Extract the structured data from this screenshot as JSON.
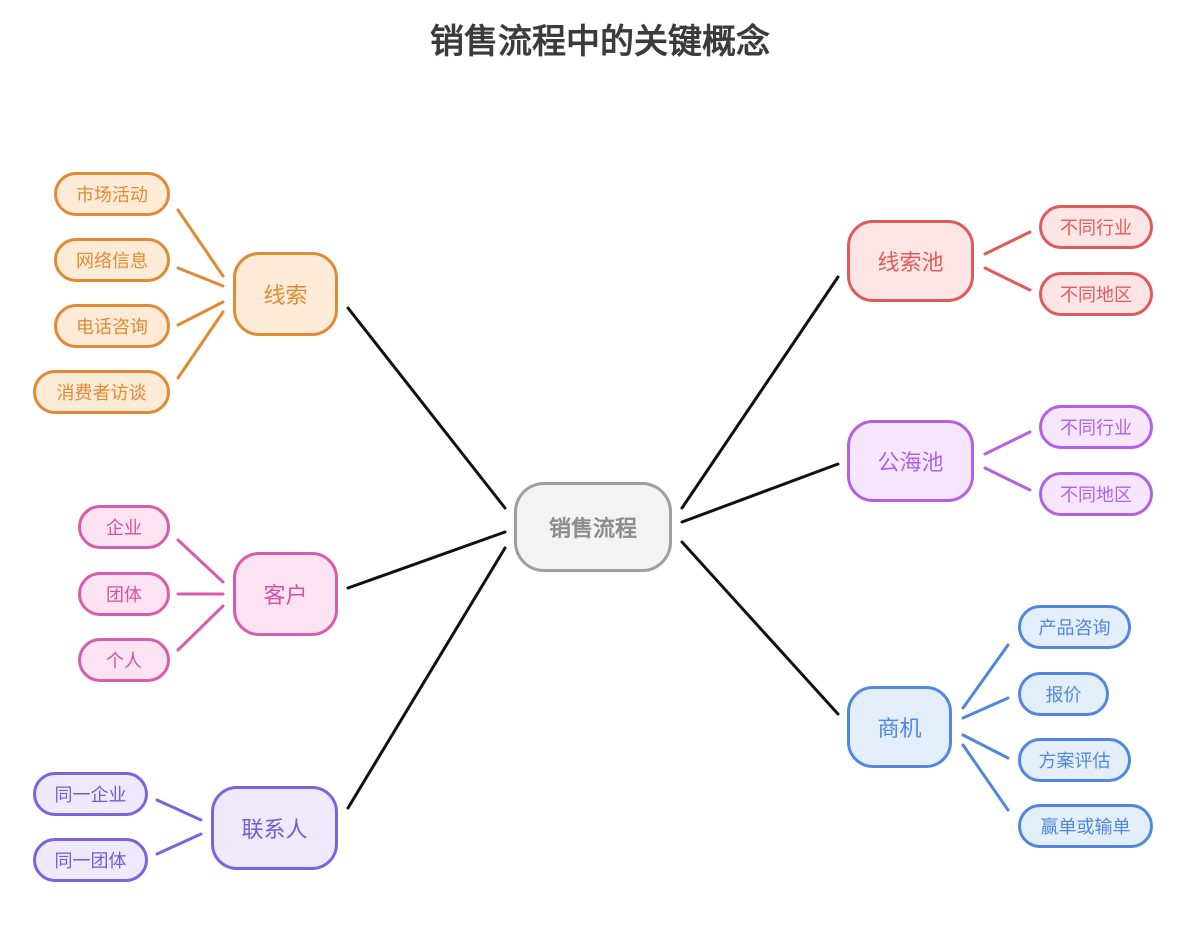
{
  "title": "销售流程中的关键概念",
  "center": "销售流程",
  "branches": {
    "leads": {
      "label": "线索",
      "color": "#e08a33",
      "children": [
        "市场活动",
        "网络信息",
        "电话咨询",
        "消费者访谈"
      ]
    },
    "customer": {
      "label": "客户",
      "color": "#da5aae",
      "children": [
        "企业",
        "团体",
        "个人"
      ]
    },
    "contact": {
      "label": "联系人",
      "color": "#7d62df",
      "children": [
        "同一企业",
        "同一团体"
      ]
    },
    "leads_pool": {
      "label": "线索池",
      "color": "#e05a5a",
      "children": [
        "不同行业",
        "不同地区"
      ]
    },
    "public_pool": {
      "label": "公海池",
      "color": "#b35fe6",
      "children": [
        "不同行业",
        "不同地区"
      ]
    },
    "opportunity": {
      "label": "商机",
      "color": "#4f88de",
      "children": [
        "产品咨询",
        "报价",
        "方案评估",
        "赢单或输单"
      ]
    }
  }
}
